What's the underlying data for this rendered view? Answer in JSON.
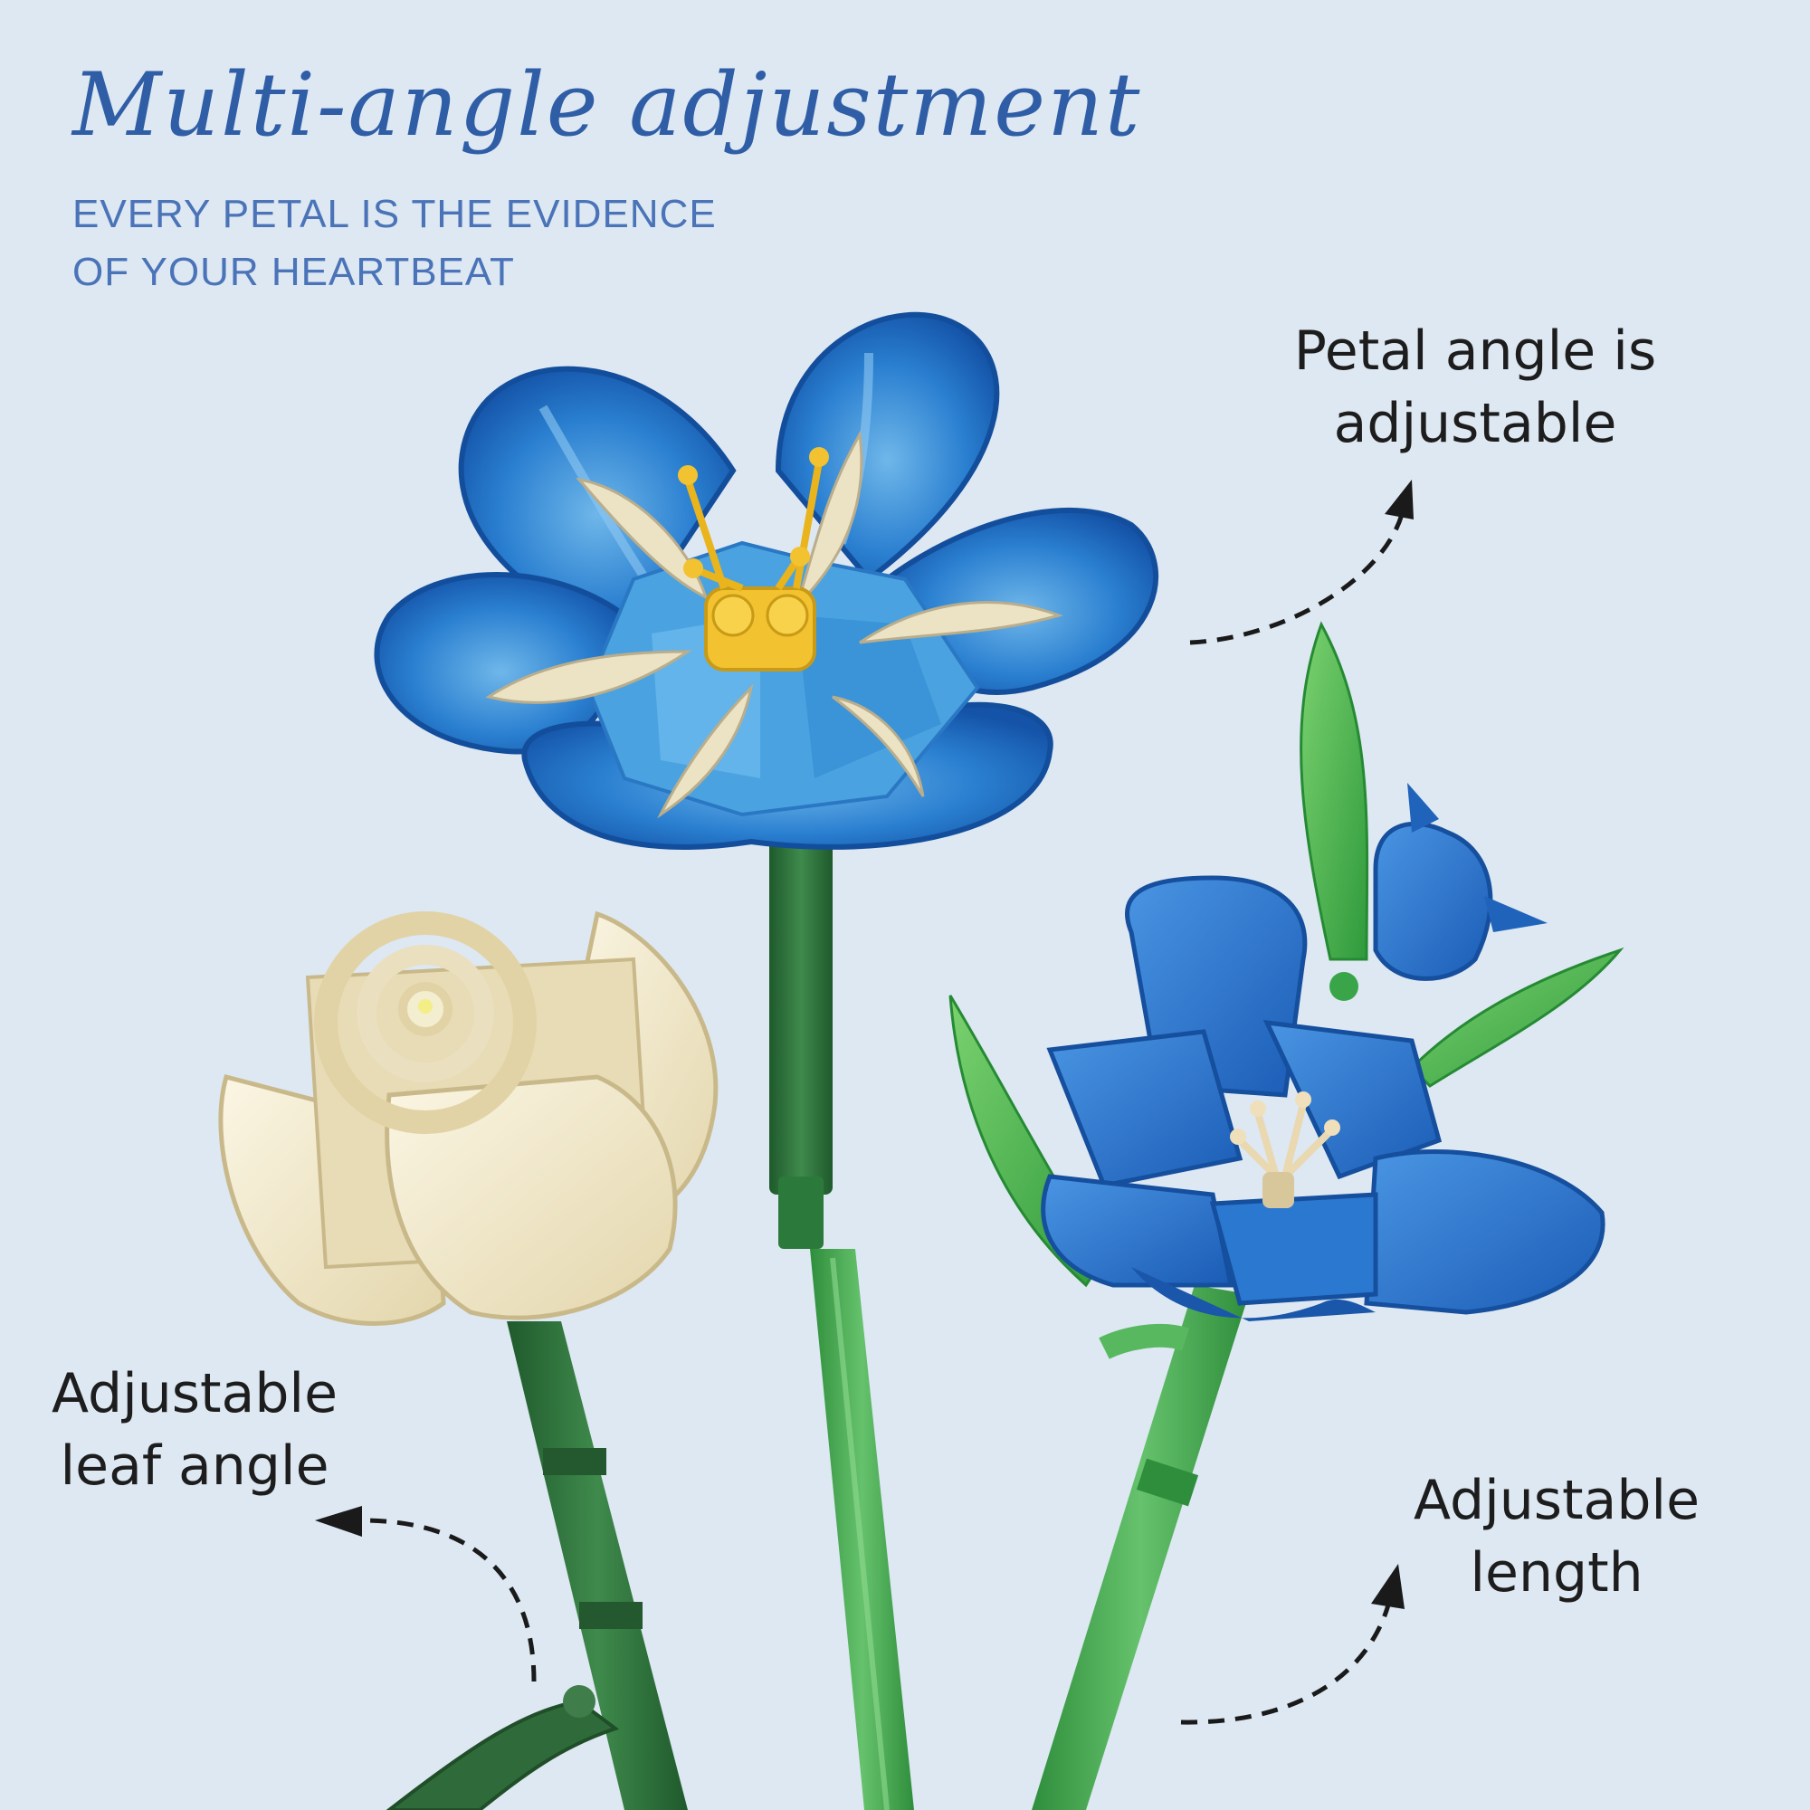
{
  "header": {
    "title": "Multi-angle adjustment",
    "subtitle_lines": [
      "EVERY PETAL IS THE EVIDENCE",
      "OF YOUR HEARTBEAT"
    ]
  },
  "callouts": {
    "petal": {
      "lines": [
        "Petal angle is",
        "adjustable"
      ]
    },
    "leaf": {
      "lines": [
        "Adjustable",
        "leaf angle"
      ]
    },
    "length": {
      "lines": [
        "Adjustable",
        "length"
      ]
    }
  },
  "colors": {
    "background": "#dde8f2",
    "title": "#2f5ea6",
    "subtitle": "#4a73b8",
    "petal_blue": "#1f6ec4",
    "petal_light_blue": "#4aa3e0",
    "stamen_yellow": "#f2c230",
    "cream": "#efe6c8",
    "stem_dark_green": "#2f6b3a",
    "stem_green": "#3aa548"
  }
}
